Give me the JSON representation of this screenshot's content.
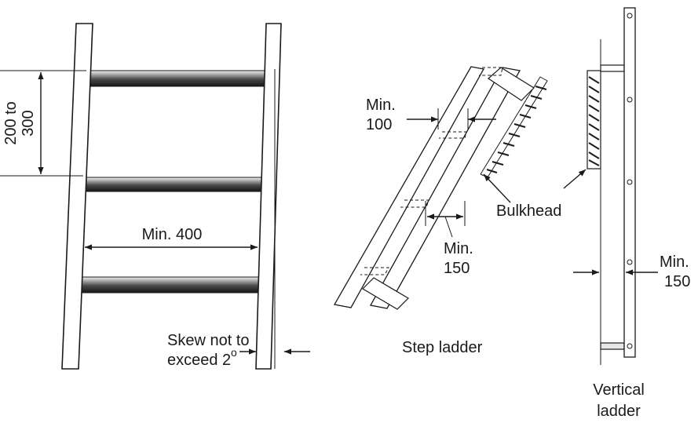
{
  "labels": {
    "rung_spacing_line1": "200 to",
    "rung_spacing_line2": "300",
    "min_width": "Min. 400",
    "skew_line1": "Skew not to",
    "skew_line2": "exceed 2",
    "skew_degree": "o",
    "min100_line1": "Min.",
    "min100_line2": "100",
    "bulkhead": "Bulkhead",
    "min150_step_line1": "Min.",
    "min150_step_line2": "150",
    "step_ladder": "Step ladder",
    "min150_vert_line1": "Min.",
    "min150_vert_line2": "150",
    "vertical_line1": "Vertical",
    "vertical_line2": "ladder"
  }
}
